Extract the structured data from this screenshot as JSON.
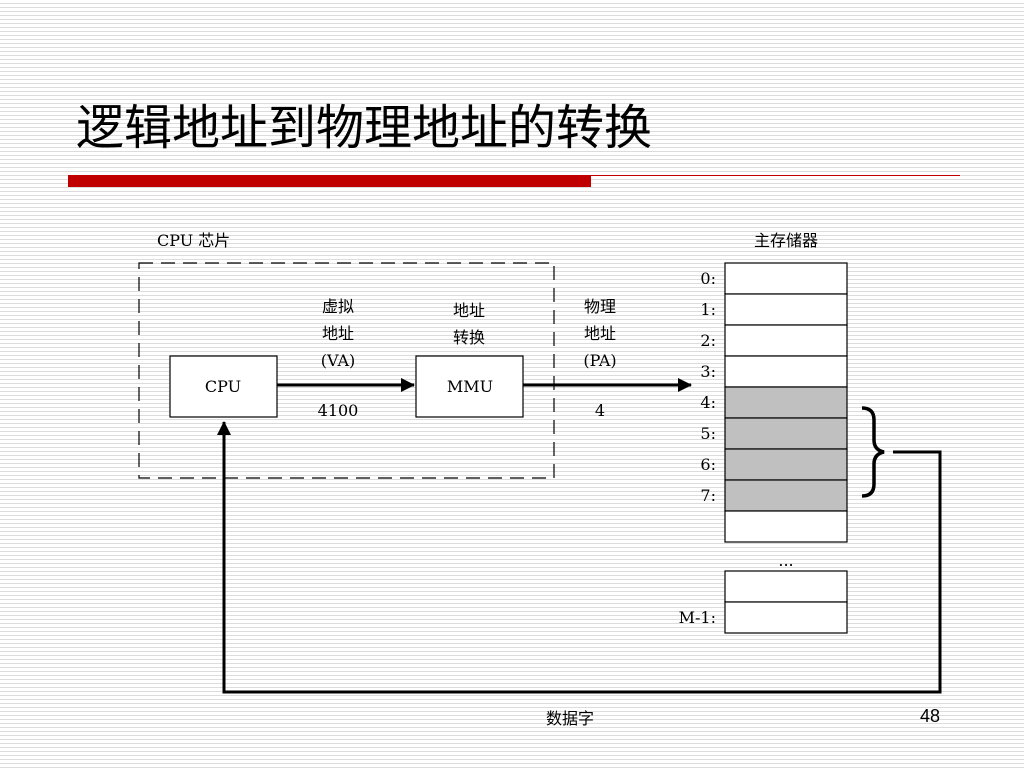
{
  "title": "逻辑地址到物理地址的转换",
  "page_number": "48",
  "diagram": {
    "chip_label": "CPU 芯片",
    "cpu_label": "CPU",
    "mmu_label": "MMU",
    "va_label": [
      "虚拟",
      "地址",
      "(VA)"
    ],
    "va_value": "4100",
    "translation_label": [
      "地址",
      "转换"
    ],
    "pa_label": [
      "物理",
      "地址",
      "(PA)"
    ],
    "pa_value": "4",
    "memory_title": "主存储器",
    "memory_rows": [
      {
        "label": "0:",
        "highlighted": false
      },
      {
        "label": "1:",
        "highlighted": false
      },
      {
        "label": "2:",
        "highlighted": false
      },
      {
        "label": "3:",
        "highlighted": false
      },
      {
        "label": "4:",
        "highlighted": true
      },
      {
        "label": "5:",
        "highlighted": true
      },
      {
        "label": "6:",
        "highlighted": true
      },
      {
        "label": "7:",
        "highlighted": true
      },
      {
        "label": "",
        "highlighted": false
      }
    ],
    "ellipsis": "...",
    "last_row_label": "M-1:",
    "data_word_label": "数据字"
  },
  "colors": {
    "accent_red": "#c00000",
    "highlight_gray": "#c0c0c0"
  }
}
